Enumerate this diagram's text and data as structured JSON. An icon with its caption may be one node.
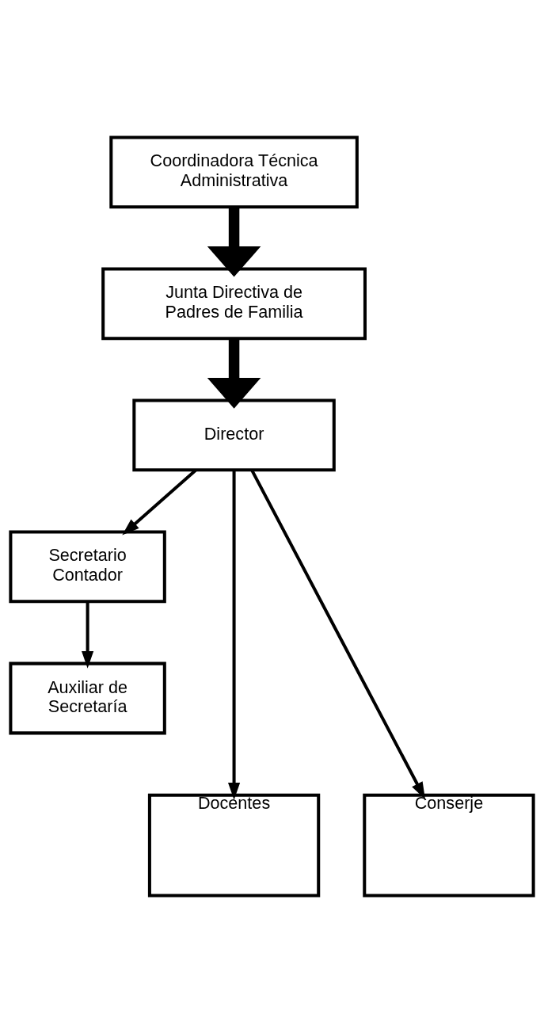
{
  "diagram": {
    "nodes": [
      {
        "text": [
          "Coordinadora Técnica Administrativa"
        ]
      },
      {
        "text": [
          "Junta Directiva de Padres de Familia"
        ]
      },
      {
        "text": [
          "Director"
        ]
      },
      {
        "text": [
          "Secretario Contador"
        ]
      },
      {
        "text": [
          "Auxiliar de Secretaría"
        ]
      },
      {
        "text": [
          "Docentes"
        ]
      },
      {
        "text": [
          "Conserje"
        ]
      }
    ],
    "edges": [
      {
        "from": 0,
        "to": 1,
        "arrow": "to",
        "style": "thick"
      },
      {
        "from": 1,
        "to": 2,
        "arrow": "to",
        "style": "thick"
      },
      {
        "from": 2,
        "to": 3,
        "arrow": "to"
      },
      {
        "from": 3,
        "to": 4,
        "arrow": "to"
      },
      {
        "from": 2,
        "to": 5,
        "arrow": "to"
      },
      {
        "from": 2,
        "to": 6,
        "arrow": "to"
      }
    ]
  }
}
